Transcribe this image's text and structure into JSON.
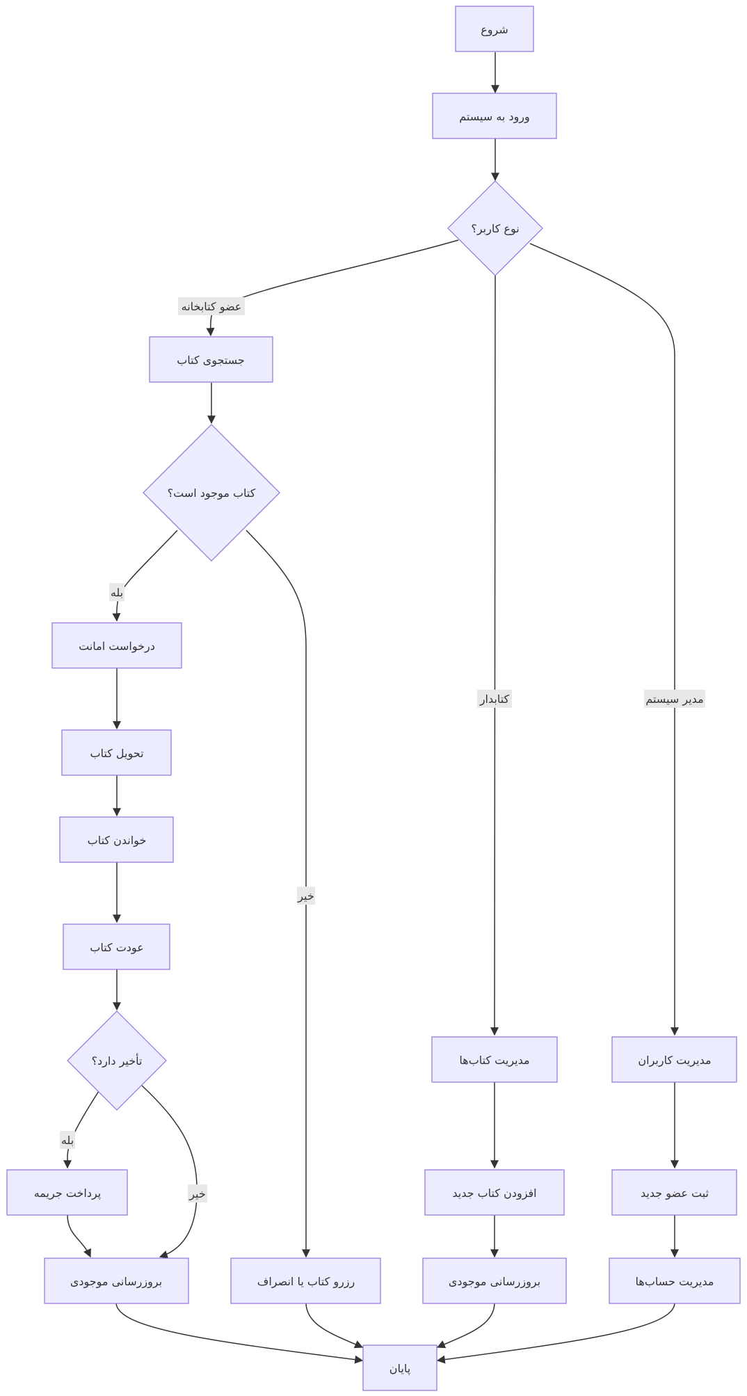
{
  "nodes": {
    "start": "شروع",
    "login": "ورود به سیستم",
    "user_type": "نوع کاربر؟",
    "search_book": "جستجوی کتاب",
    "book_available": "کتاب موجود است؟",
    "borrow_request": "درخواست امانت",
    "deliver_book": "تحویل کتاب",
    "read_book": "خواندن کتاب",
    "return_book": "عودت کتاب",
    "is_late": "تأخیر دارد؟",
    "pay_fine": "پرداخت جریمه",
    "update_inventory_member": "بروزرسانی موجودی",
    "reserve_or_cancel": "رزرو کتاب یا انصراف",
    "manage_books": "مدیریت کتاب‌ها",
    "add_new_book": "افزودن کتاب جدید",
    "update_inventory_librarian": "بروزرسانی موجودی",
    "manage_users": "مدیریت کاربران",
    "register_member": "ثبت عضو جدید",
    "manage_accounts": "مدیریت حساب‌ها",
    "end": "پایان"
  },
  "edge_labels": {
    "member": "عضو کتابخانه",
    "librarian": "کتابدار",
    "admin": "مدیر سیستم",
    "available_yes": "بله",
    "available_no": "خیر",
    "late_yes": "بله",
    "late_no": "خیر"
  },
  "colors": {
    "node_fill": "#ECECFF",
    "node_stroke": "#9370DB",
    "edge": "#333333",
    "label_bg": "#e8e8e8"
  }
}
